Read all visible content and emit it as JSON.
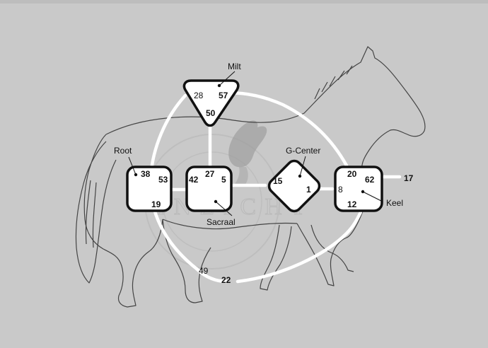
{
  "colors": {
    "background": "#c9c9c9",
    "channel": "#ffffff",
    "center_fill": "#ffffff",
    "outline": "#111111",
    "horse": "#444444"
  },
  "watermark": {
    "top_text": "P",
    "bottom_text": "INZICHT"
  },
  "centers": {
    "milt": {
      "label": "Milt",
      "gates": [
        "28",
        "57",
        "50"
      ]
    },
    "root": {
      "label": "Root",
      "gates": [
        "38",
        "53",
        "19"
      ]
    },
    "sacraal": {
      "label": "Sacraal",
      "gates": [
        "42",
        "27",
        "5"
      ]
    },
    "gcenter": {
      "label": "G-Center",
      "gates": [
        "15",
        "1"
      ]
    },
    "keel": {
      "label": "Keel",
      "gates": [
        "20",
        "62",
        "8",
        "12"
      ]
    }
  },
  "extra_gates": {
    "throat_out": "17",
    "lower_left": "49",
    "lower_bottom": "22"
  },
  "icons": [
    "horse-outline-icon",
    "dog-watermark-icon"
  ]
}
